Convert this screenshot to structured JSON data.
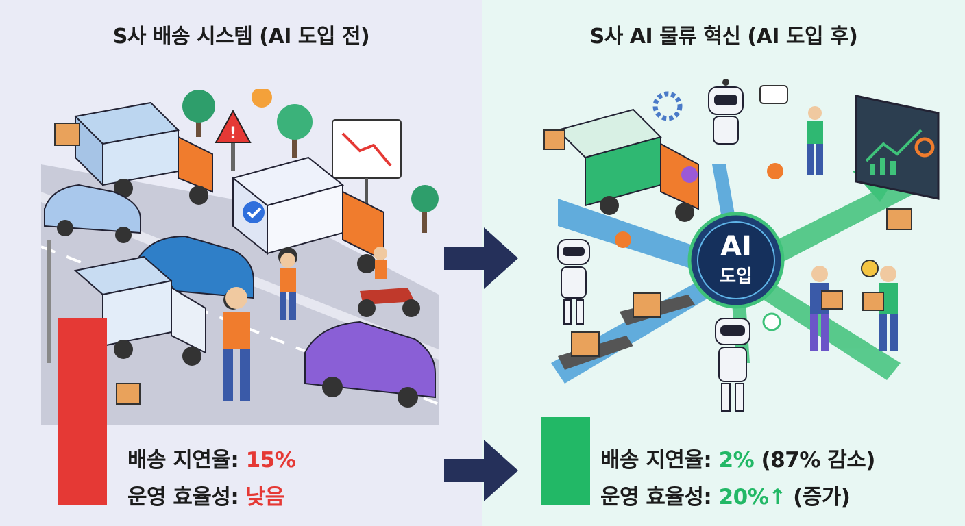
{
  "before": {
    "title": "S사 배송 시스템 (AI 도입 전)",
    "stats": [
      {
        "label": "배송 지연율: ",
        "value": "15%",
        "suffix": ""
      },
      {
        "label": "운영 효율성: ",
        "value": "낮음",
        "suffix": ""
      }
    ],
    "bar_level": 0.36,
    "accent_color": "#e53935"
  },
  "after": {
    "title": "S사 AI 물류 혁신 (AI 도입 후)",
    "hub_text_1": "AI",
    "hub_text_2": "도입",
    "stats": [
      {
        "label": "배송 지연율: ",
        "value": "2%",
        "suffix": " (87% 감소)"
      },
      {
        "label": "운영 효율성: ",
        "value": "20%↑",
        "suffix": " (증가)"
      }
    ],
    "bar_level": 0.2,
    "accent_color": "#22b866"
  },
  "arrow_color": "#25305a"
}
